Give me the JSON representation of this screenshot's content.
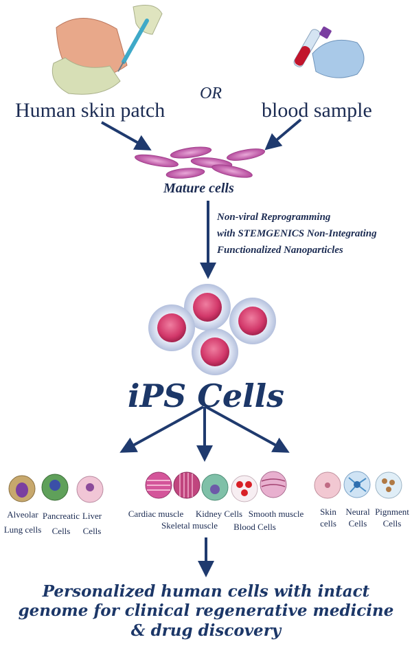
{
  "sources": {
    "left_label": "Human skin patch",
    "connector": "OR",
    "right_label": "blood sample"
  },
  "mature": {
    "label": "Mature cells"
  },
  "reprogramming": {
    "lines": [
      "Non-viral Reprogramming",
      "with STEMGENICS Non-Integrating",
      "Functionalized Nanoparticles"
    ]
  },
  "ips": {
    "label": "iPS Cells"
  },
  "branches": [
    {
      "cells": [
        {
          "lines": [
            "Alveolar",
            "Lung cells"
          ]
        },
        {
          "lines": [
            "Pancreatic",
            "Cells"
          ]
        },
        {
          "lines": [
            "Liver",
            "Cells"
          ]
        }
      ]
    },
    {
      "cells": [
        {
          "lines": [
            "Cardiac muscle"
          ]
        },
        {
          "lines": [
            "Skeletal muscle"
          ]
        },
        {
          "lines": [
            "Kidney Cells"
          ]
        },
        {
          "lines": [
            "Blood Cells"
          ]
        },
        {
          "lines": [
            "Smooth muscle"
          ]
        }
      ]
    },
    {
      "cells": [
        {
          "lines": [
            "Skin",
            "cells"
          ]
        },
        {
          "lines": [
            "Neural",
            "Cells"
          ]
        },
        {
          "lines": [
            "Pignment",
            "Cells"
          ]
        }
      ]
    }
  ],
  "outcome": {
    "lines": [
      "Personalized human cells  with intact",
      "genome for clinical regenerative medicine",
      "& drug discovery"
    ]
  },
  "colors": {
    "arrow": "#1f3a6e",
    "text": "#1b2b52",
    "ips_text": "#1c3768",
    "mature_cell": "#c04fa6",
    "ips_core": "#d2386a",
    "ips_halo": "#c9d3ea"
  }
}
